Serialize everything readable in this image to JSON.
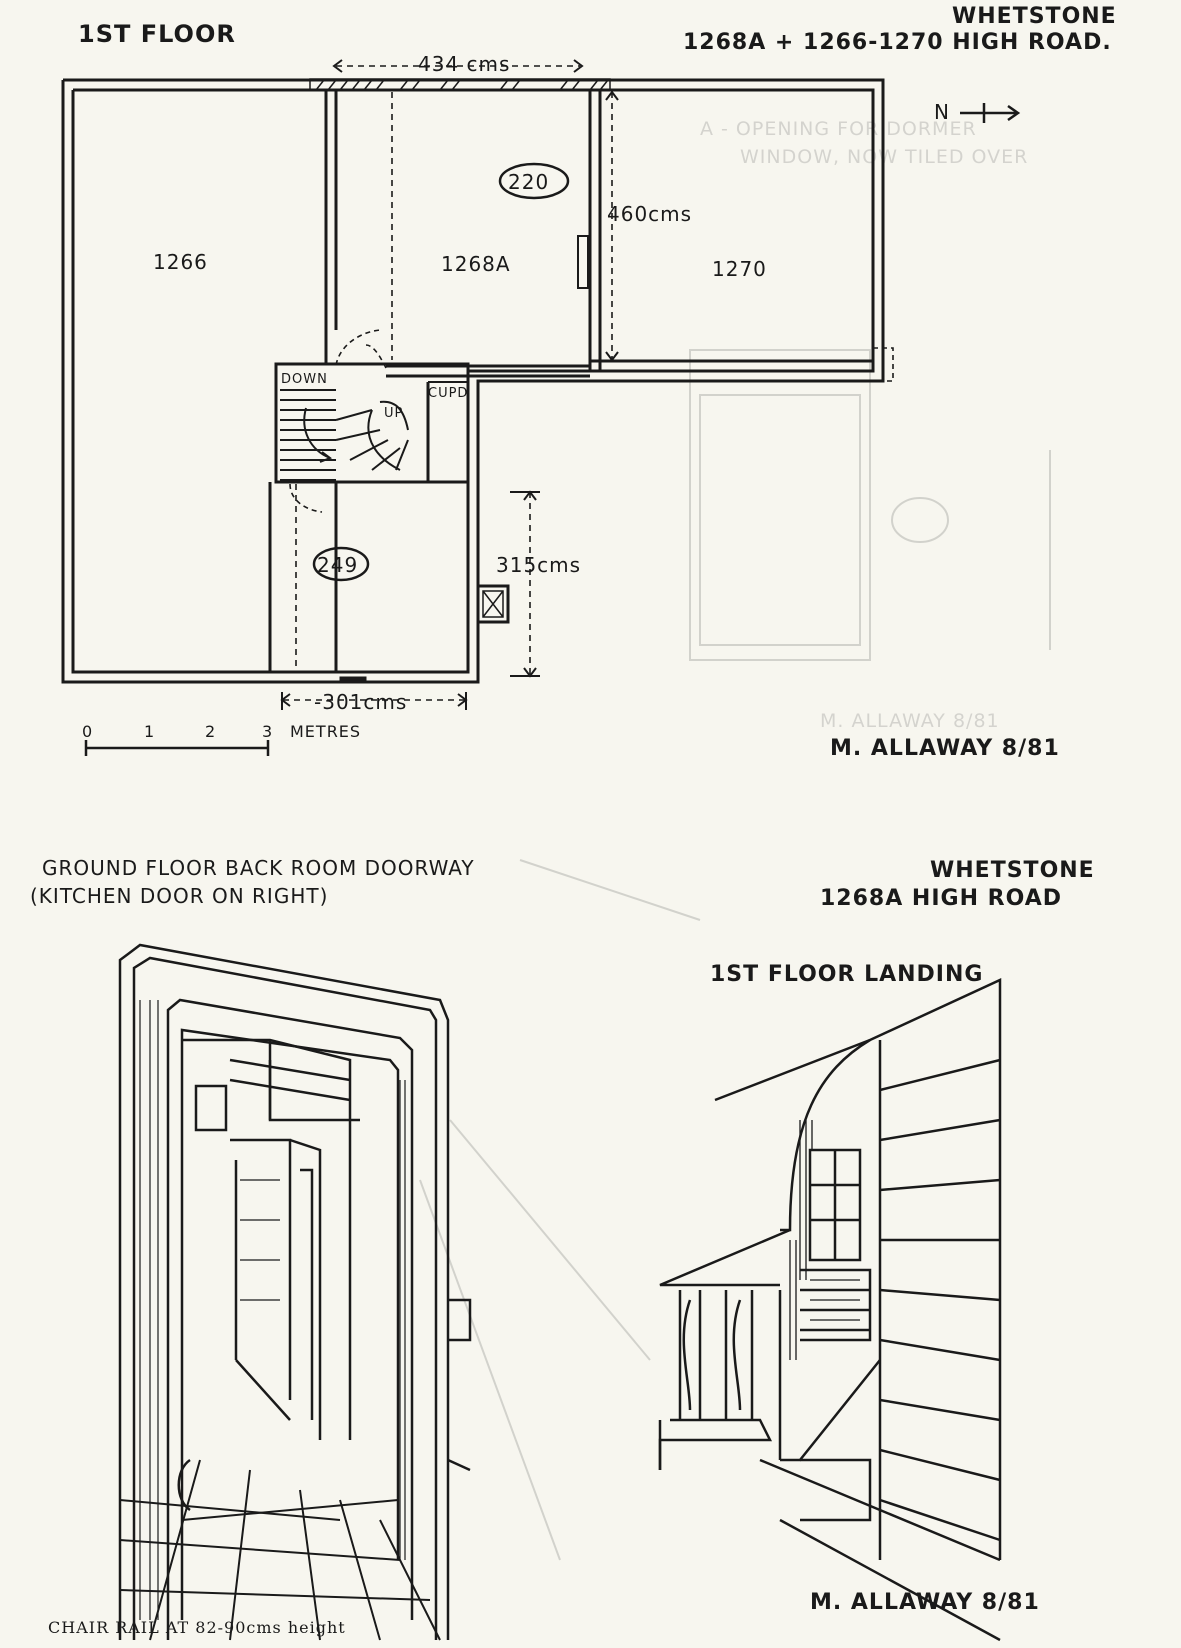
{
  "plan": {
    "floor_title": "1ST FLOOR",
    "location": "WHETSTONE",
    "address": "1268A + 1266-1270 HIGH ROAD.",
    "dimensions": {
      "width_top": "434 cms",
      "depth_1268a": "460cms",
      "depth_249": "315cms",
      "width_249": "-301cms"
    },
    "rooms": {
      "front_middle_number": "220",
      "rear_number": "249",
      "left": "1266",
      "middle": "1268A",
      "right": "1270"
    },
    "stair": {
      "down": "DOWN",
      "up": "UP",
      "cupboard": "CUPD"
    },
    "north": "N",
    "scale": {
      "ticks": [
        "0",
        "1",
        "2",
        "3"
      ],
      "unit": "METRES"
    },
    "signature": "M. ALLAWAY 8/81"
  },
  "doorway": {
    "title": "GROUND FLOOR BACK ROOM DOORWAY",
    "subtitle": "(KITCHEN DOOR ON RIGHT)",
    "caption": "CHAIR RAIL AT 82-90cms height"
  },
  "landing": {
    "location": "WHETSTONE",
    "address": "1268A HIGH ROAD",
    "title": "1ST FLOOR LANDING",
    "signature": "M. ALLAWAY 8/81"
  },
  "ghost": {
    "line1": "A - OPENING FOR DORMER",
    "line2": "WINDOW, NOW TILED OVER",
    "line3": "M. ALLAWAY 8/81"
  }
}
